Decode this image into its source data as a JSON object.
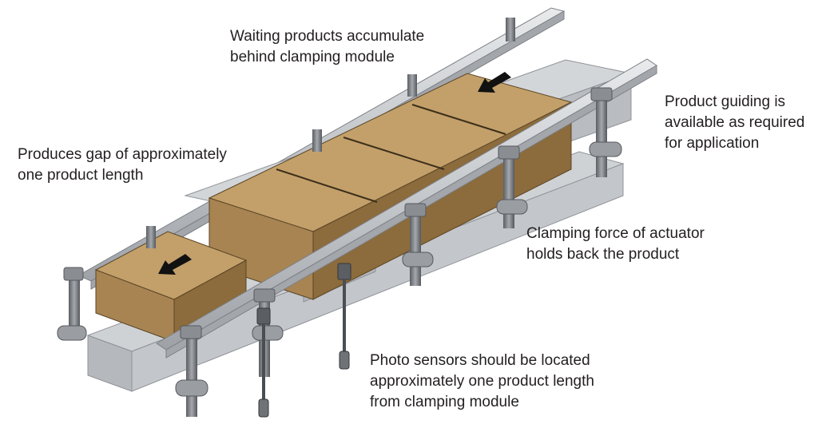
{
  "callouts": {
    "waiting": {
      "lines": [
        "Waiting products accumulate",
        "behind clamping module"
      ]
    },
    "gap": {
      "lines": [
        "Produces gap of approximately",
        "one product length"
      ]
    },
    "guiding": {
      "lines": [
        "Product guiding is",
        "available as required",
        "for application"
      ]
    },
    "clamping": {
      "lines": [
        "Clamping force of actuator",
        "holds back the product"
      ]
    },
    "sensors": {
      "lines": [
        "Photo sensors should be located",
        "approximately one product length",
        "from clamping module"
      ]
    }
  },
  "colors": {
    "box_top": "#c3a06a",
    "box_side": "#8c6b3c",
    "box_front": "#a88452",
    "frame": "#c8cbce",
    "frame_dark": "#8f9398",
    "post": "#6f7378",
    "arrow": "#111111"
  },
  "icons": {
    "flow_arrow": "arrow-down-left"
  }
}
